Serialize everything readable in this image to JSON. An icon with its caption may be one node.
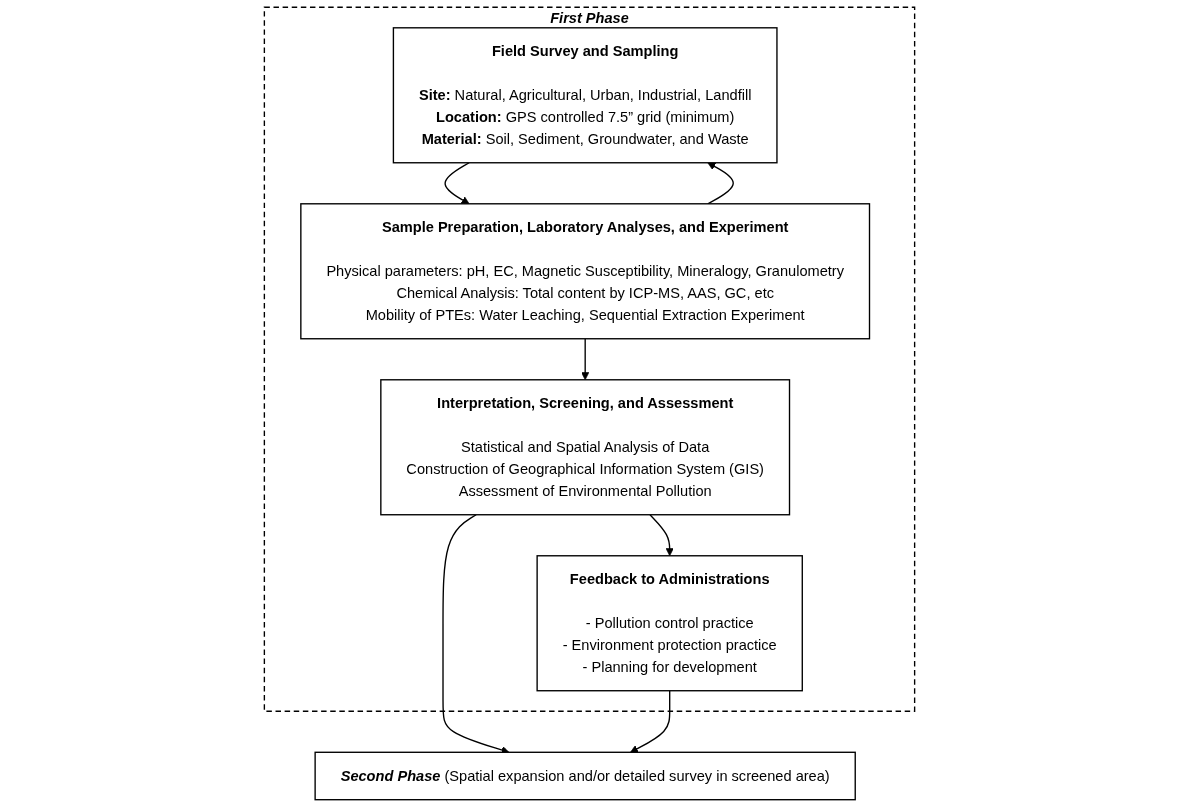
{
  "diagram": {
    "nodes": [
      {
        "text": [
          "First Phase"
        ]
      },
      {
        "text": [
          "Field Survey and Sampling",
          "**Site:** Natural, Agricultural, Urban, Industrial, Landfill",
          "**Location:** GPS controlled 7.5” grid (minimum)",
          "**Material:** Soil, Sediment, Groundwater, and Waste"
        ],
        "in": 0
      },
      {
        "text": [
          "Sample Preparation, Laboratory Analyses, and Experiment",
          "Physical parameters: pH, EC, Magnetic Susceptibility, Mineralogy, Granulometry",
          "Chemical Analysis: Total content by ICP-MS, AAS, GC, etc",
          "Mobility of PTEs: Water Leaching, Sequential Extraction Experiment"
        ],
        "in": 0
      },
      {
        "text": [
          "Interpretation, Screening, and Assessment",
          "Statistical and Spatial Analysis of Data",
          "Construction of Geographical Information System (GIS)",
          "Assessment of Environmental Pollution"
        ],
        "in": 0
      },
      {
        "text": [
          "Feedback to Administrations",
          "- Pollution control practice",
          "- Environment protection practice",
          "- Planning for development"
        ],
        "in": 0
      },
      {
        "text": [
          "**Second Phase** (Spatial expansion and/or detailed survey in screened area)"
        ]
      }
    ],
    "edges": [
      {
        "from": 1,
        "to": 2,
        "arrow": "to"
      },
      {
        "from": 2,
        "to": 1,
        "arrow": "to"
      },
      {
        "from": 2,
        "to": 3,
        "arrow": "to"
      },
      {
        "from": 3,
        "to": 4,
        "arrow": "to"
      },
      {
        "from": 3,
        "to": 5,
        "arrow": "to"
      },
      {
        "from": 4,
        "to": 5,
        "arrow": "to"
      }
    ]
  }
}
